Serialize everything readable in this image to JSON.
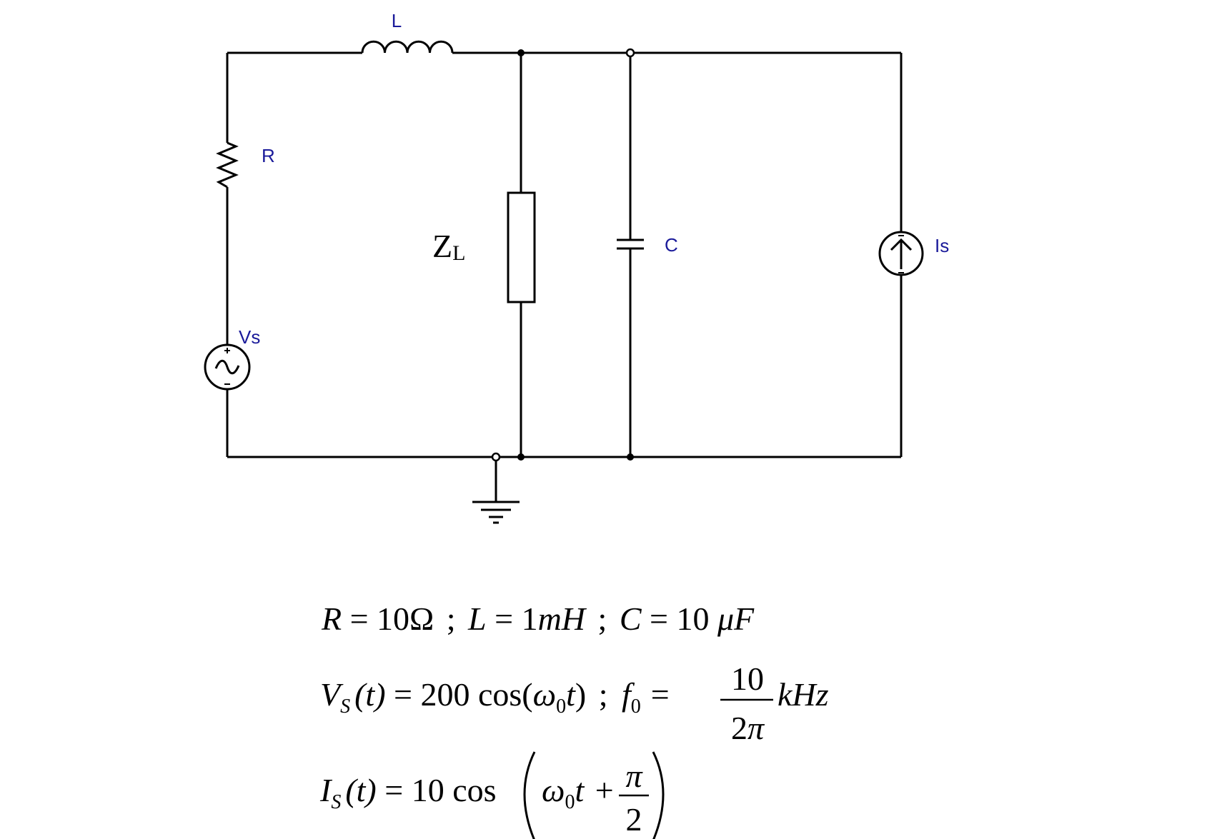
{
  "components": {
    "inductor_label": "L",
    "resistor_label": "R",
    "impedance_label_main": "Z",
    "impedance_label_sub": "L",
    "capacitor_label": "C",
    "current_source_label": "Is",
    "voltage_source_label": "Vs"
  },
  "equations": {
    "line1": {
      "r_sym": "R",
      "r_val": "= 10Ω",
      "sep1": ";",
      "l_sym": "L",
      "l_val": "= 1",
      "l_unit": "mH",
      "sep2": ";",
      "c_sym": "C",
      "c_val": "= 10",
      "c_unit": "μF"
    },
    "line2": {
      "v_sym": "V",
      "v_sub": "S",
      "lhs_arg": "(t)",
      "rhs": "= 200 cos",
      "omega": "ω",
      "omega_sub": "0",
      "t": "t",
      "close": ")",
      "open": "(",
      "sep": ";",
      "f_sym": "f",
      "f_sub": "0",
      "eq": "=",
      "num": "10",
      "den_num": "2",
      "den_pi": "π",
      "unit": "kHz"
    },
    "line3": {
      "i_sym": "I",
      "i_sub": "S",
      "lhs_arg": "(t)",
      "rhs": "= 10 cos",
      "omega": "ω",
      "omega_sub": "0",
      "t": "t",
      "plus": "+",
      "num": "π",
      "den": "2"
    }
  }
}
